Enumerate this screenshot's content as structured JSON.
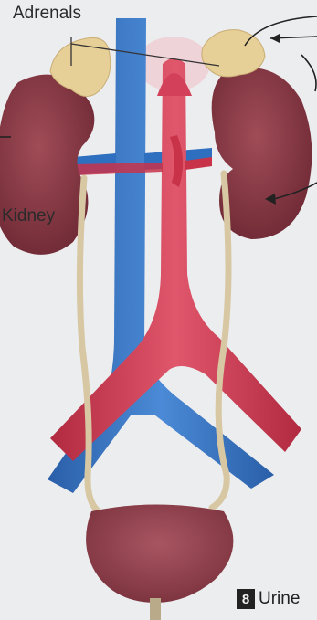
{
  "labels": {
    "adrenals": "Adrenals",
    "kidney": "Kidney"
  },
  "caption": {
    "number": "8",
    "text": "Urine"
  },
  "colors": {
    "vein": "#2f6fbf",
    "artery": "#c8334a",
    "kidney": "#8e3b47",
    "adrenal": "#e7cf98",
    "ureter": "#d8c7a3",
    "bladder": "#9a4552",
    "background": "#ecedef"
  }
}
